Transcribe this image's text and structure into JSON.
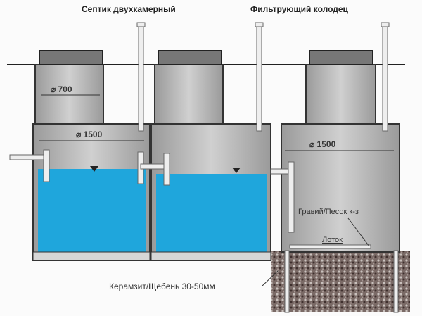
{
  "titles": {
    "septic": "Септик двухкамерный",
    "filter_well": "Фильтрующий колодец"
  },
  "dimensions": {
    "neck_diameter": "⌀ 700",
    "tank_diameter": "⌀ 1500",
    "filter_diameter": "⌀ 1500"
  },
  "labels": {
    "gravel_sand": "Гравий/Песок к-з",
    "tray": "Лоток",
    "drainage": "Керамзит/Щебень 30-50мм"
  },
  "colors": {
    "water": "#1fa6dc",
    "concrete": "#b8b8b8",
    "outline": "#333333",
    "gravel": "#6b5a55"
  }
}
